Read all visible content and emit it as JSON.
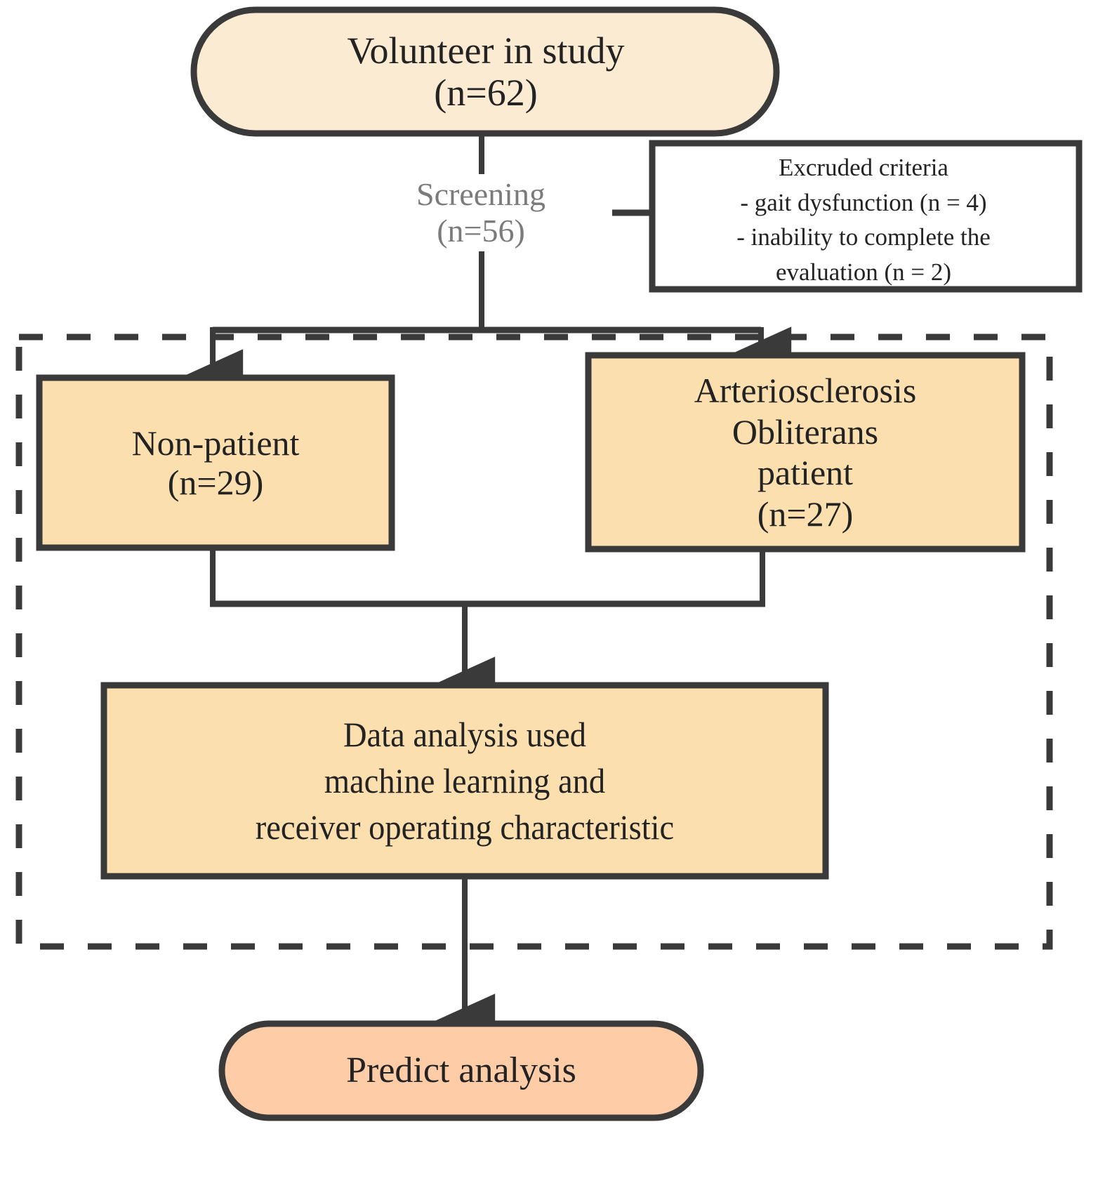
{
  "diagram": {
    "title": "Study flow diagram",
    "colors": {
      "stroke": "#3a3a3a",
      "pill_top_fill": "#fcebd3",
      "box_fill": "#fcdfae",
      "pill_bottom_fill": "#ffcca8",
      "white_fill": "#ffffff",
      "label_gray": "#7b7b7b",
      "text": "#232323"
    },
    "nodes": {
      "volunteer": {
        "shape": "rounded-pill",
        "line1": "Volunteer in study",
        "line2": "(n=62)"
      },
      "screening": {
        "shape": "text-label",
        "line1": "Screening",
        "line2": "(n=56)"
      },
      "excluded": {
        "shape": "rectangle",
        "heading": "Excruded criteria",
        "item1": "- gait dysfunction (n = 4)",
        "item2a": "- inability to complete the",
        "item2b": "evaluation (n = 2)"
      },
      "non_patient": {
        "shape": "rectangle",
        "line1": "Non-patient",
        "line2": "(n=29)"
      },
      "aso_patient": {
        "shape": "rectangle",
        "line1": "Arteriosclerosis",
        "line2": "Obliterans",
        "line3": "patient",
        "line4": "(n=27)"
      },
      "data_analysis": {
        "shape": "rectangle",
        "line1": "Data analysis used",
        "line2": "machine learning and",
        "line3": "receiver operating characteristic"
      },
      "predict": {
        "shape": "rounded-pill",
        "line1": "Predict analysis"
      }
    },
    "region": {
      "name": "dashed-analysis-region",
      "style": "dashed"
    },
    "edges": [
      {
        "from": "volunteer",
        "to": "screening",
        "arrow": false
      },
      {
        "from": "screening",
        "to": "excluded",
        "arrow": false
      },
      {
        "from": "screening",
        "to": "non_patient",
        "arrow": true
      },
      {
        "from": "screening",
        "to": "aso_patient",
        "arrow": true
      },
      {
        "from": "non_patient",
        "to": "data_analysis",
        "arrow": true
      },
      {
        "from": "aso_patient",
        "to": "data_analysis",
        "arrow": true
      },
      {
        "from": "data_analysis",
        "to": "predict",
        "arrow": true
      }
    ]
  }
}
